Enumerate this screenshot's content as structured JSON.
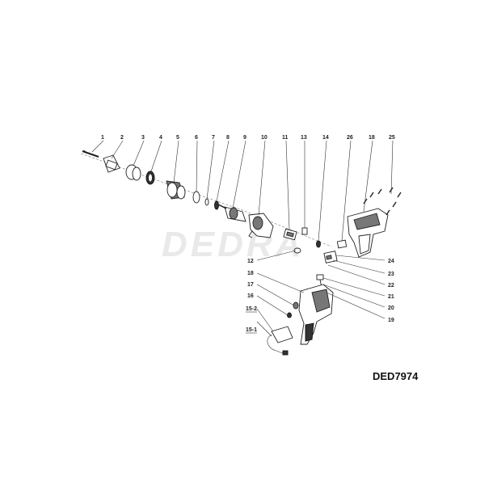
{
  "watermark": "DEDRA",
  "model": "DED7974",
  "labels": {
    "p1": "1",
    "p2": "2",
    "p3": "3",
    "p4": "4",
    "p5": "5",
    "p6": "6",
    "p7": "7",
    "p8": "8",
    "p9": "9",
    "p10": "10",
    "p11": "11",
    "p13": "13",
    "p14": "14",
    "p26": "26",
    "p18a": "18",
    "p25": "25",
    "p24": "24",
    "p23": "23",
    "p22": "22",
    "p21": "21",
    "p20": "20",
    "p19": "19",
    "p12": "12",
    "p18b": "18",
    "p17": "17",
    "p16": "16",
    "p15_2": "15-2",
    "p15_1": "15-1"
  }
}
